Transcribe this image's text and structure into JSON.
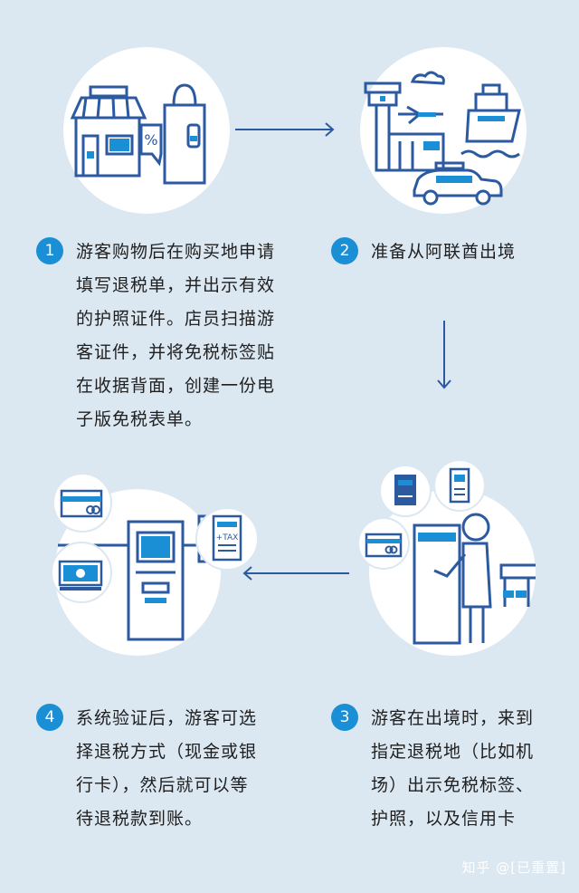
{
  "steps": [
    {
      "number": "1",
      "text": "游客购物后在购买地申请\n填写退税单，并出示有效\n的护照证件。店员扫描游\n客证件，并将免税标签贴\n在收据背面，创建一份电\n子版免税表单。"
    },
    {
      "number": "2",
      "text": "准备从阿联酋出境"
    },
    {
      "number": "3",
      "text": "游客在出境时，来到\n指定退税地（比如机\n场）出示免税标签、\n护照，以及信用卡"
    },
    {
      "number": "4",
      "text": "系统验证后，游客可选\n择退税方式（现金或银\n行卡），然后就可以等\n待退税款到账。"
    }
  ],
  "illustrations": {
    "shop_tag_text": "%",
    "receipt_tax_text": "+TAX"
  },
  "watermark": "知乎 @[已重置]",
  "colors": {
    "background": "#dbe7f1",
    "accent": "#1a8fd6",
    "line": "#2b5aa0"
  }
}
